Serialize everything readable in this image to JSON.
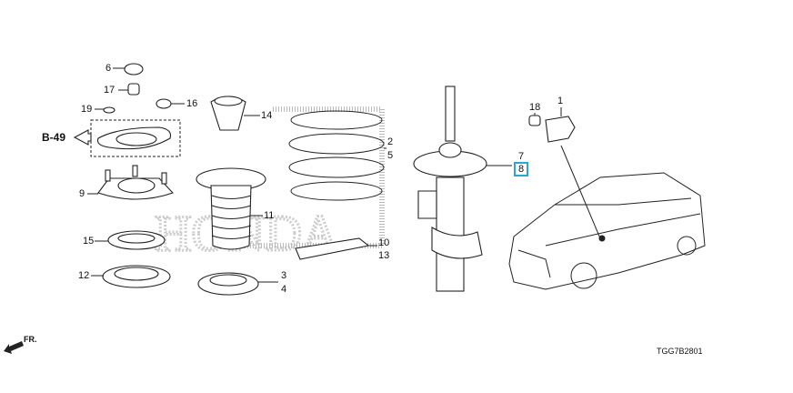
{
  "diagram": {
    "reference_link": "B-49",
    "drawing_code": "TGG7B2801",
    "front_indicator": "FR.",
    "watermark": "HONDA",
    "highlight_color": "#29a8d8",
    "callouts": {
      "c1": "1",
      "c2": "2",
      "c3": "3",
      "c4": "4",
      "c5": "5",
      "c6": "6",
      "c7": "7",
      "c8": "8",
      "c9": "9",
      "c10": "10",
      "c11": "11",
      "c12": "12",
      "c13": "13",
      "c14": "14",
      "c15": "15",
      "c16": "16",
      "c17": "17",
      "c18": "18",
      "c19": "19"
    }
  }
}
